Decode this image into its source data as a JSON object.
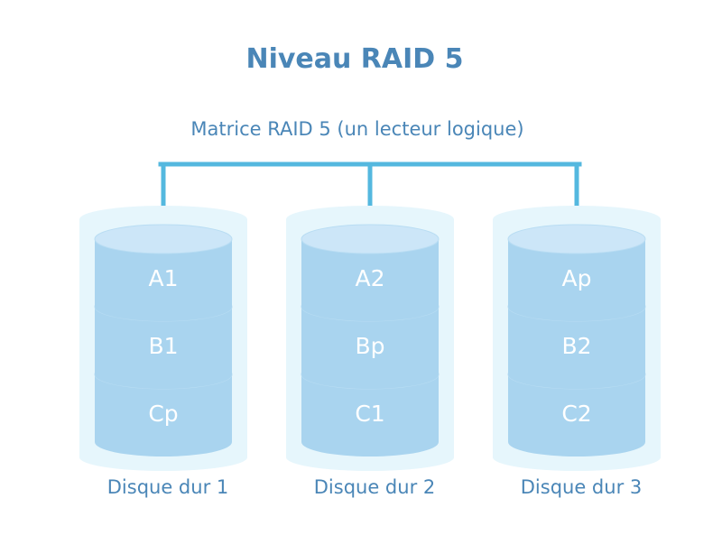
{
  "title": "Niveau RAID 5",
  "subtitle": "Matrice RAID 5 (un lecteur logique)",
  "disks": [
    {
      "label": "Disque dur 1",
      "blocks": [
        "A1",
        "B1",
        "Cp"
      ]
    },
    {
      "label": "Disque dur 2",
      "blocks": [
        "A2",
        "Bp",
        "C1"
      ]
    },
    {
      "label": "Disque dur 3",
      "blocks": [
        "Ap",
        "B2",
        "C2"
      ]
    }
  ],
  "colors": {
    "title": "#4a86b7",
    "connector": "#54b8df",
    "disk_halo": "#e6f6fc",
    "block_side": "#a9d4ef",
    "block_top": "#cce6f8",
    "block_edge": "#b9ddf3"
  }
}
